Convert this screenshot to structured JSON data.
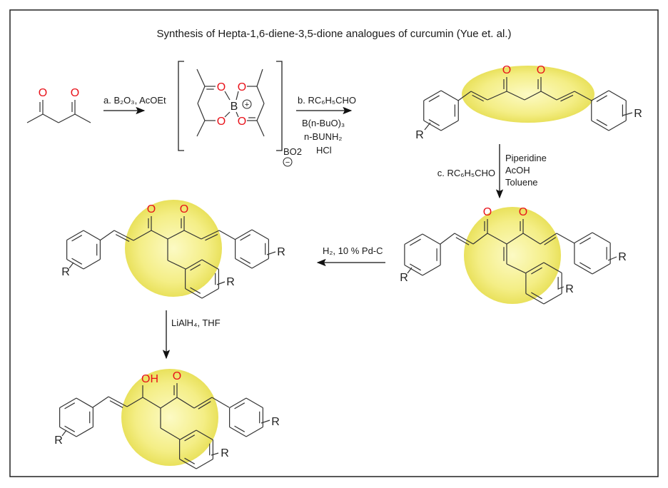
{
  "title": "Synthesis of Hepta-1,6-diene-3,5-dione analogues of curcumin (Yue et. al.)",
  "reagents": {
    "a": "a. B₂O₃, AcOEt",
    "b_line1": "b. RC₆H₅CHO",
    "b_line2": "B(n-BuO)₃",
    "b_line3": "n-BUNH₂",
    "b_line4": "HCl",
    "c_left": "c. RC₆H₅CHO",
    "c_line1": "Piperidine",
    "c_line2": "AcOH",
    "c_line3": "Toluene",
    "d": "H₂, 10 % Pd-C",
    "e": "LiAlH₄, THF"
  },
  "complex": {
    "boron": "B",
    "counterion": "BO2",
    "plus": "+",
    "minus": "−"
  },
  "atoms": {
    "oxygen": "O",
    "hydroxyl": "OH",
    "substituent": "R"
  },
  "colors": {
    "heteroatom": "#e8121a",
    "bond": "#333333",
    "highlight_center": "#fbf8b8",
    "highlight_edge": "#ebe35a"
  }
}
